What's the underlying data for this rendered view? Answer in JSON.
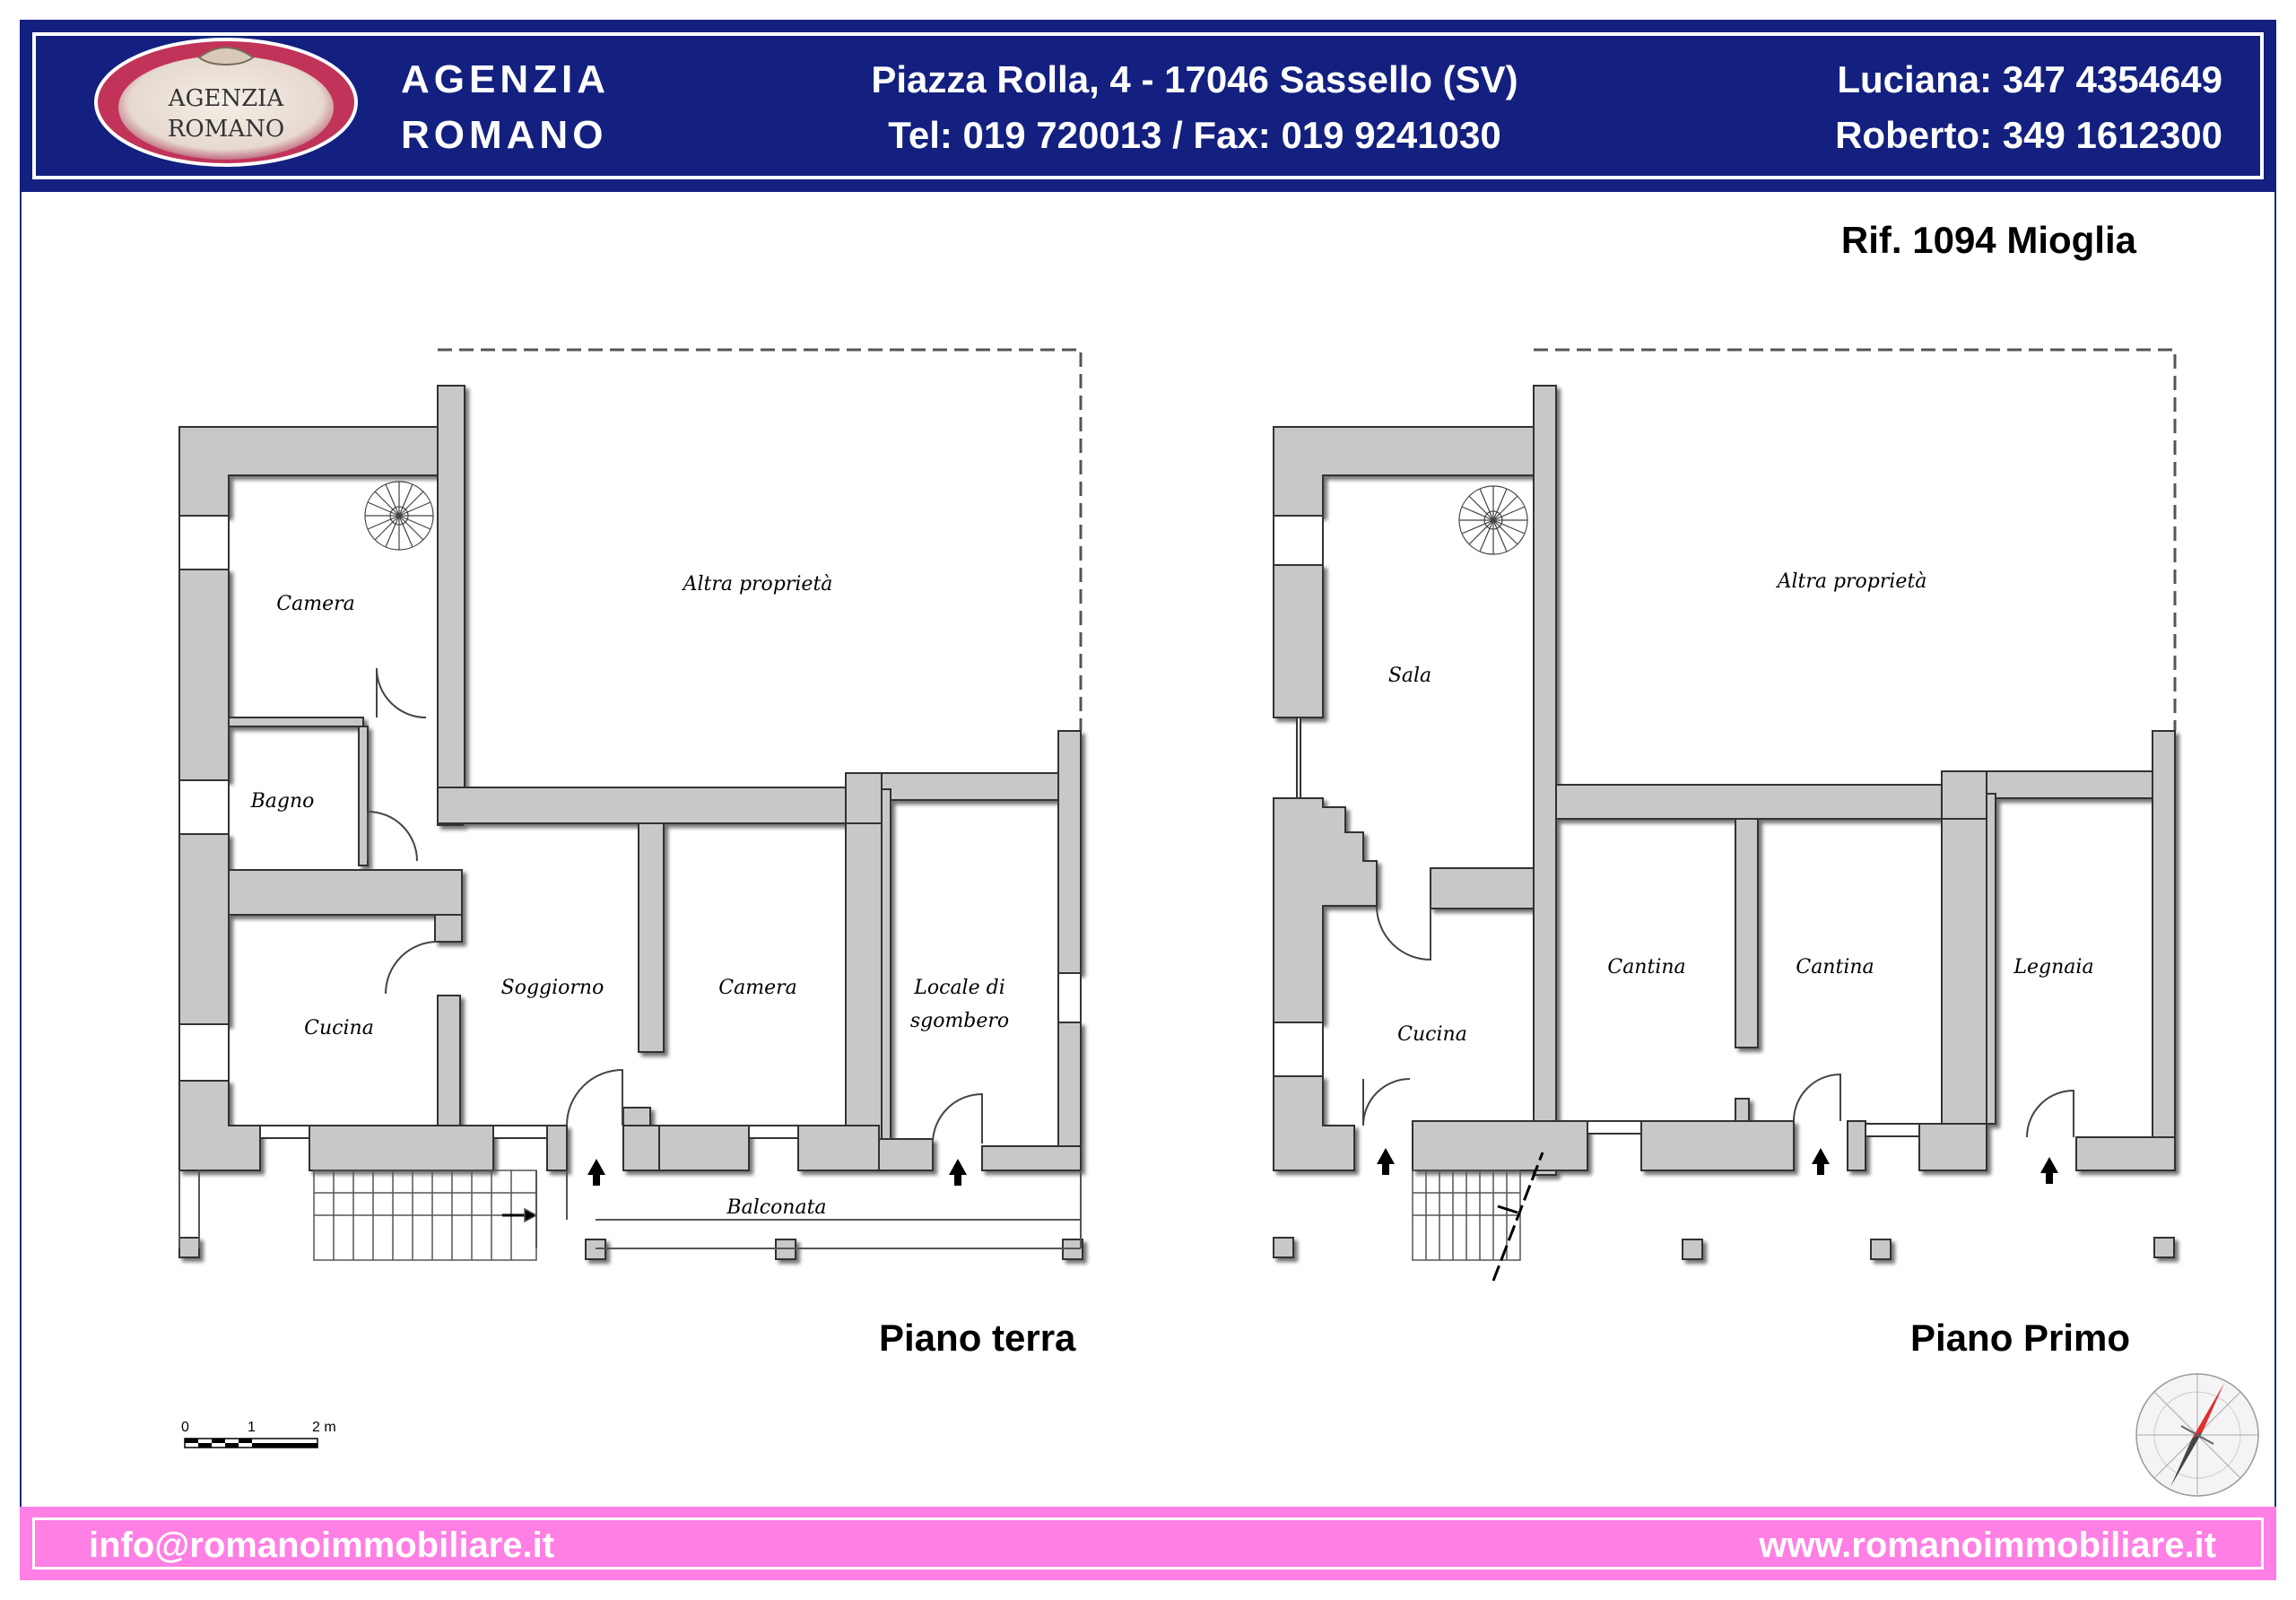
{
  "header": {
    "logo_text": "AGENZIA ROMANO",
    "agency_line1": "AGENZIA",
    "agency_line2": "ROMANO",
    "address_line1": "Piazza Rolla, 4 - 17046 Sassello (SV)",
    "address_line2": "Tel: 019 720013 / Fax: 019 9241030",
    "contact_line1": "Luciana: 347 4354649",
    "contact_line2": "Roberto: 349 1612300"
  },
  "reference": "Rif. 1094 Mioglia",
  "ground_floor": {
    "label": "Piano terra",
    "rooms": {
      "camera1": "Camera",
      "bagno": "Bagno",
      "cucina": "Cucina",
      "soggiorno": "Soggiorno",
      "camera2": "Camera",
      "locale_line1": "Locale di",
      "locale_line2": "sgombero",
      "altra": "Altra proprietà",
      "balconata": "Balconata"
    }
  },
  "first_floor": {
    "label": "Piano Primo",
    "rooms": {
      "sala": "Sala",
      "cucina": "Cucina",
      "cantina1": "Cantina",
      "cantina2": "Cantina",
      "legnaia": "Legnaia",
      "altra": "Altra proprietà"
    }
  },
  "scale": {
    "t0": "0",
    "t1": "1",
    "t2": "2 m"
  },
  "footer": {
    "email": "info@romanoimmobiliare.it",
    "website": "www.romanoimmobiliare.it"
  },
  "colors": {
    "header_bg": "#13207f",
    "footer_bg": "#ff7fe4",
    "wall": "#c8c8c8"
  }
}
